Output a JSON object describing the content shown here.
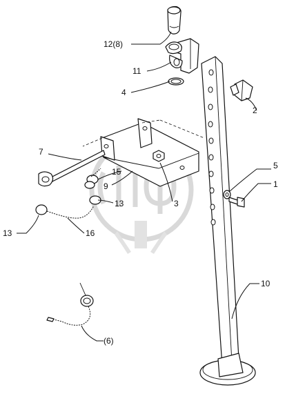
{
  "callouts": {
    "c12_8": "12(8)",
    "c11": "11",
    "c4": "4",
    "c2": "2",
    "c7": "7",
    "c15": "15",
    "c9": "9",
    "c13a": "13",
    "c3": "3",
    "c5": "5",
    "c1": "1",
    "c13b": "13",
    "c16": "16",
    "c10": "10",
    "c6": "(6)"
  },
  "watermark_text": "сПФ"
}
